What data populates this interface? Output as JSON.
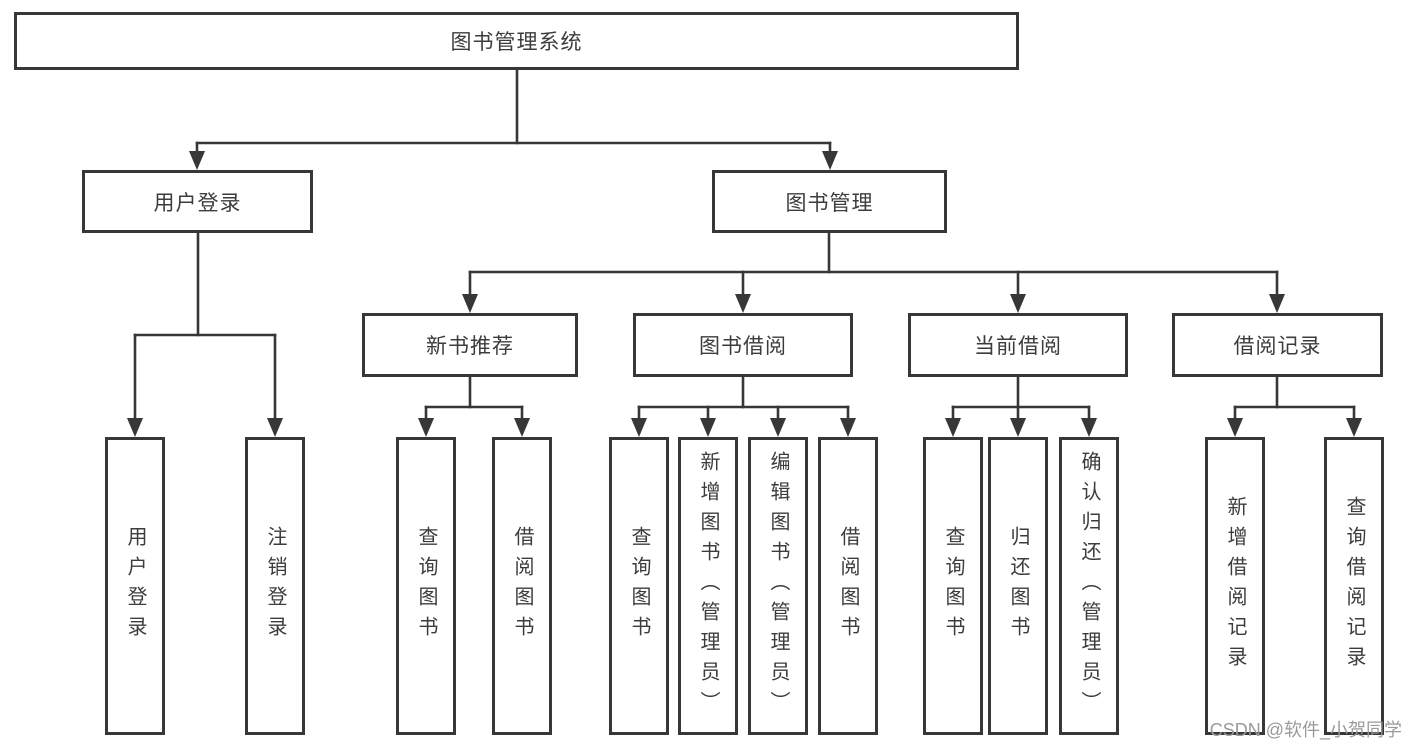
{
  "colors": {
    "line": "#373737",
    "text": "#3c3c3c",
    "background": "#ffffff",
    "watermark": "#9a9a9a"
  },
  "watermark": "CSDN @软件_小贺同学",
  "tree": {
    "root": {
      "label": "图书管理系统"
    },
    "level2": [
      {
        "label": "用户登录"
      },
      {
        "label": "图书管理"
      }
    ],
    "level3": [
      {
        "label": "新书推荐",
        "parent": "图书管理"
      },
      {
        "label": "图书借阅",
        "parent": "图书管理"
      },
      {
        "label": "当前借阅",
        "parent": "图书管理"
      },
      {
        "label": "借阅记录",
        "parent": "图书管理"
      }
    ],
    "leaves": [
      {
        "label": "用户登录",
        "parent": "用户登录"
      },
      {
        "label": "注销登录",
        "parent": "用户登录"
      },
      {
        "label": "查询图书",
        "parent": "新书推荐"
      },
      {
        "label": "借阅图书",
        "parent": "新书推荐"
      },
      {
        "label": "查询图书",
        "parent": "图书借阅"
      },
      {
        "label": "新增图书（管理员）",
        "parent": "图书借阅"
      },
      {
        "label": "编辑图书（管理员）",
        "parent": "图书借阅"
      },
      {
        "label": "借阅图书",
        "parent": "图书借阅"
      },
      {
        "label": "查询图书",
        "parent": "当前借阅"
      },
      {
        "label": "归还图书",
        "parent": "当前借阅"
      },
      {
        "label": "确认归还（管理员）",
        "parent": "当前借阅"
      },
      {
        "label": "新增借阅记录",
        "parent": "借阅记录"
      },
      {
        "label": "查询借阅记录",
        "parent": "借阅记录"
      }
    ]
  }
}
